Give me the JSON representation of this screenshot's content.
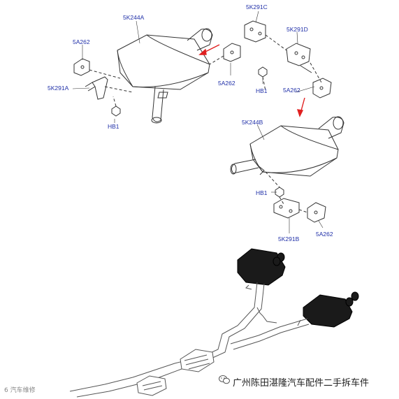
{
  "labels": {
    "muffler_a": "5K244A",
    "muffler_b": "5K244B",
    "bracket_c": "5K291C",
    "bracket_d": "5K291D",
    "bracket_a": "5K291A",
    "bracket_b": "5K291B",
    "isolator_1": "5A262",
    "isolator_2": "5A262",
    "isolator_3": "5A262",
    "isolator_4": "5A262",
    "bolt_1": "HB1",
    "bolt_2": "HB1",
    "bolt_3": "HB1"
  },
  "footer": {
    "text": "广州陈田湛隆汽车配件二手拆车件",
    "watermark": "6 汽车维修"
  },
  "colors": {
    "label": "#1f2fa8",
    "line": "#333333",
    "arrow": "#e02020",
    "highlight": "#111111"
  }
}
